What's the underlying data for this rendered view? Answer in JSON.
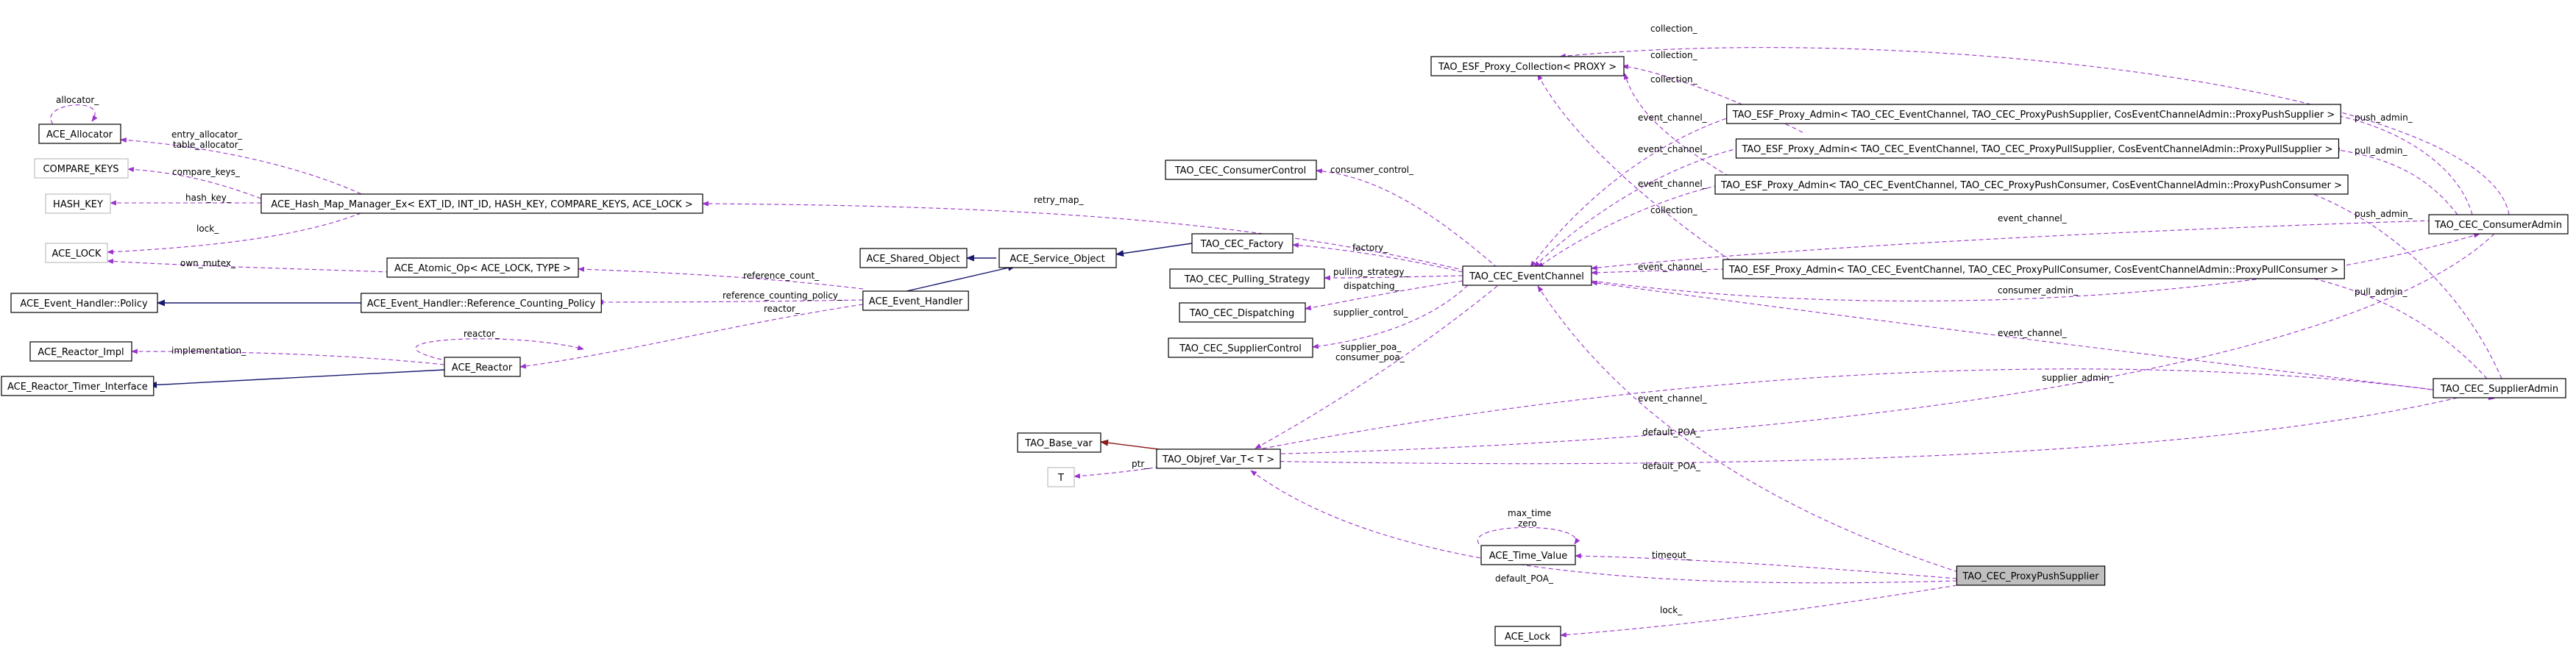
{
  "diagram": {
    "colors": {
      "usage_edge": "#9a32cd",
      "inheritance_edge": "#191970",
      "template_edge": "#8b1a1a",
      "focus_fill": "#bfbfbf",
      "ghost_border": "#bfbfbf"
    },
    "nodes": {
      "ace_allocator": "ACE_Allocator",
      "compare_keys": "COMPARE_KEYS",
      "hash_key": "HASH_KEY",
      "ace_lock": "ACE_LOCK",
      "ace_event_handler_policy": "ACE_Event_Handler::Policy",
      "ace_reactor_impl": "ACE_Reactor_Impl",
      "ace_reactor_timer_interface": "ACE_Reactor_Timer_Interface",
      "hash_map_manager": "ACE_Hash_Map_Manager_Ex< EXT_ID, INT_ID, HASH_KEY, COMPARE_KEYS, ACE_LOCK >",
      "atomic_op": "ACE_Atomic_Op< ACE_LOCK, TYPE >",
      "ref_counting_policy": "ACE_Event_Handler::Reference_Counting_Policy",
      "ace_reactor": "ACE_Reactor",
      "ace_shared_object": "ACE_Shared_Object",
      "ace_service_object": "ACE_Service_Object",
      "ace_event_handler": "ACE_Event_Handler",
      "consumer_control": "TAO_CEC_ConsumerControl",
      "factory": "TAO_CEC_Factory",
      "pulling_strategy": "TAO_CEC_Pulling_Strategy",
      "dispatching": "TAO_CEC_Dispatching",
      "supplier_control": "TAO_CEC_SupplierControl",
      "event_channel": "TAO_CEC_EventChannel",
      "proxy_collection": "TAO_ESF_Proxy_Collection< PROXY >",
      "proxy_admin_push_supplier": "TAO_ESF_Proxy_Admin< TAO_CEC_EventChannel, TAO_CEC_ProxyPushSupplier, CosEventChannelAdmin::ProxyPushSupplier >",
      "proxy_admin_pull_supplier": "TAO_ESF_Proxy_Admin< TAO_CEC_EventChannel, TAO_CEC_ProxyPullSupplier, CosEventChannelAdmin::ProxyPullSupplier >",
      "proxy_admin_push_consumer": "TAO_ESF_Proxy_Admin< TAO_CEC_EventChannel, TAO_CEC_ProxyPushConsumer, CosEventChannelAdmin::ProxyPushConsumer >",
      "proxy_admin_pull_consumer": "TAO_ESF_Proxy_Admin< TAO_CEC_EventChannel, TAO_CEC_ProxyPullConsumer, CosEventChannelAdmin::ProxyPullConsumer >",
      "consumer_admin": "TAO_CEC_ConsumerAdmin",
      "supplier_admin": "TAO_CEC_SupplierAdmin",
      "tao_base_var": "TAO_Base_var",
      "t_param": "T",
      "objref_var": "TAO_Objref_Var_T< T >",
      "ace_time_value": "ACE_Time_Value",
      "proxy_push_supplier": "TAO_CEC_ProxyPushSupplier",
      "ace_lock_class": "ACE_Lock"
    },
    "edge_labels": {
      "allocator": "allocator_",
      "entry_allocator": "entry_allocator_",
      "table_allocator": "table_allocator_",
      "compare_keys": "compare_keys_",
      "hash_key": "hash_key_",
      "lock": "lock_",
      "own_mutex": "own_mutex_",
      "retry_map": "retry_map_",
      "reference_count": "reference_count_",
      "reference_counting_policy": "reference_counting_policy_",
      "reactor_eh": "reactor_",
      "reactor_self": "reactor_",
      "implementation": "implementation_",
      "consumer_control": "consumer_control_",
      "factory": "factory_",
      "pulling_strategy": "pulling_strategy_",
      "dispatching": "dispatching_",
      "supplier_control": "supplier_control_",
      "supplier_poa": "supplier_poa_",
      "consumer_poa": "consumer_poa_",
      "collection_1": "collection_",
      "collection_2": "collection_",
      "collection_3": "collection_",
      "collection_4": "collection_",
      "event_channel_1": "event_channel_",
      "event_channel_2": "event_channel_",
      "event_channel_3": "event_channel_",
      "event_channel_4": "event_channel_",
      "event_channel_5": "event_channel_",
      "event_channel_6": "event_channel_",
      "event_channel_7": "event_channel_",
      "push_admin_1": "push_admin_",
      "pull_admin_1": "pull_admin_",
      "push_admin_2": "push_admin_",
      "pull_admin_2": "pull_admin_",
      "consumer_admin": "consumer_admin_",
      "supplier_admin": "supplier_admin_",
      "default_poa_1": "default_POA_",
      "default_poa_2": "default_POA_",
      "default_poa_3": "default_POA_",
      "ptr": "ptr_",
      "max_time": "max_time",
      "zero": "zero",
      "timeout": "timeout_",
      "lock_pps": "lock_"
    }
  }
}
